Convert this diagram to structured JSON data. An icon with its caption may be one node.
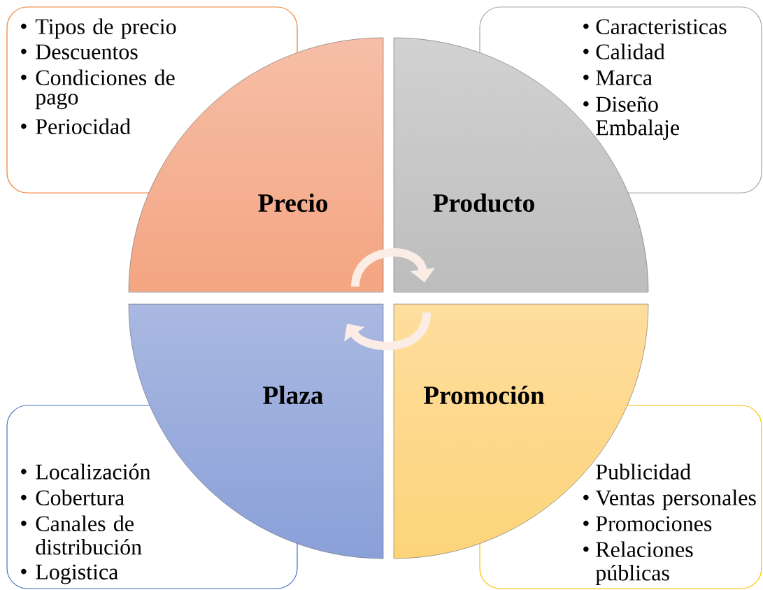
{
  "diagram": {
    "nodes": [
      {
        "text": [
          "Tipos de precio",
          "Descuentos",
          "Condiciones de pago",
          "Periocidad"
        ]
      },
      {
        "text": [
          "Caracteristicas",
          "Calidad",
          "Marca",
          "Diseño Embalaje"
        ]
      },
      {
        "text": [
          "Precio"
        ]
      },
      {
        "text": [
          "Producto"
        ]
      },
      {
        "text": [
          "Plaza"
        ]
      },
      {
        "text": [
          "Promoción"
        ]
      },
      {
        "text": [
          "Localización",
          "Cobertura",
          "Canales de distribución",
          "Logistica"
        ]
      },
      {
        "text": [
          "Publicidad",
          "Ventas personales",
          "Promociones",
          "Relaciones públicas"
        ]
      }
    ],
    "edges": [
      {
        "from": 2,
        "to": 3,
        "arrow": "to"
      },
      {
        "from": 5,
        "to": 4,
        "arrow": "to"
      }
    ],
    "labels": [
      "•",
      "•",
      "•",
      "•",
      "•",
      "•",
      "•",
      "•",
      "•",
      "•",
      "•",
      "•",
      "•",
      "•",
      "•"
    ]
  }
}
